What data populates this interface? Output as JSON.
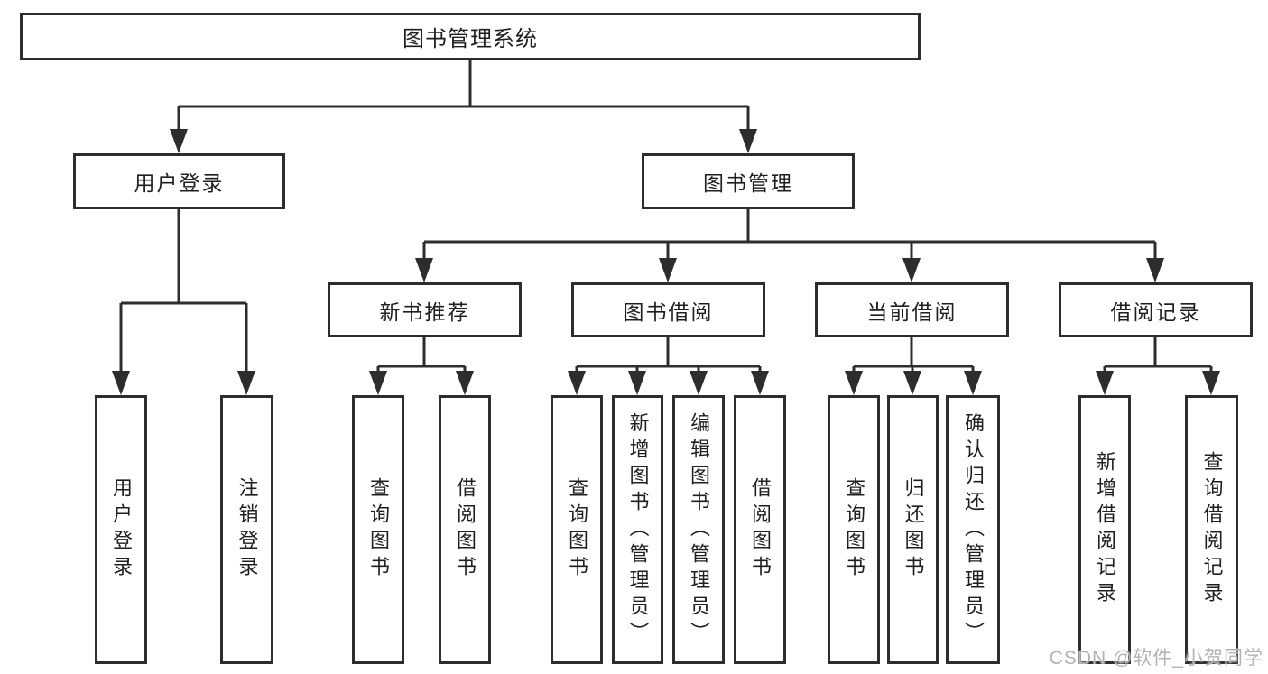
{
  "diagram_title": "图书管理系统",
  "tree": {
    "root": {
      "label": "图书管理系统"
    },
    "children": [
      {
        "label": "用户登录",
        "children": [
          {
            "label": "用户登录"
          },
          {
            "label": "注销登录"
          }
        ]
      },
      {
        "label": "图书管理",
        "children": [
          {
            "label": "新书推荐",
            "children": [
              {
                "label": "查询图书"
              },
              {
                "label": "借阅图书"
              }
            ]
          },
          {
            "label": "图书借阅",
            "children": [
              {
                "label": "查询图书"
              },
              {
                "label": "新增图书（管理员）"
              },
              {
                "label": "编辑图书（管理员）"
              },
              {
                "label": "借阅图书"
              }
            ]
          },
          {
            "label": "当前借阅",
            "children": [
              {
                "label": "查询图书"
              },
              {
                "label": "归还图书"
              },
              {
                "label": "确认归还（管理员）"
              }
            ]
          },
          {
            "label": "借阅记录",
            "children": [
              {
                "label": "新增借阅记录"
              },
              {
                "label": "查询借阅记录"
              }
            ]
          }
        ]
      }
    ]
  },
  "watermark": {
    "text": "CSDN @软件_小贺同学"
  },
  "colors": {
    "line": "#2d2d2d",
    "box_border": "#2d2d2d",
    "text": "#1f1f1f",
    "watermark": "#b3b3b3",
    "background": "#ffffff"
  }
}
